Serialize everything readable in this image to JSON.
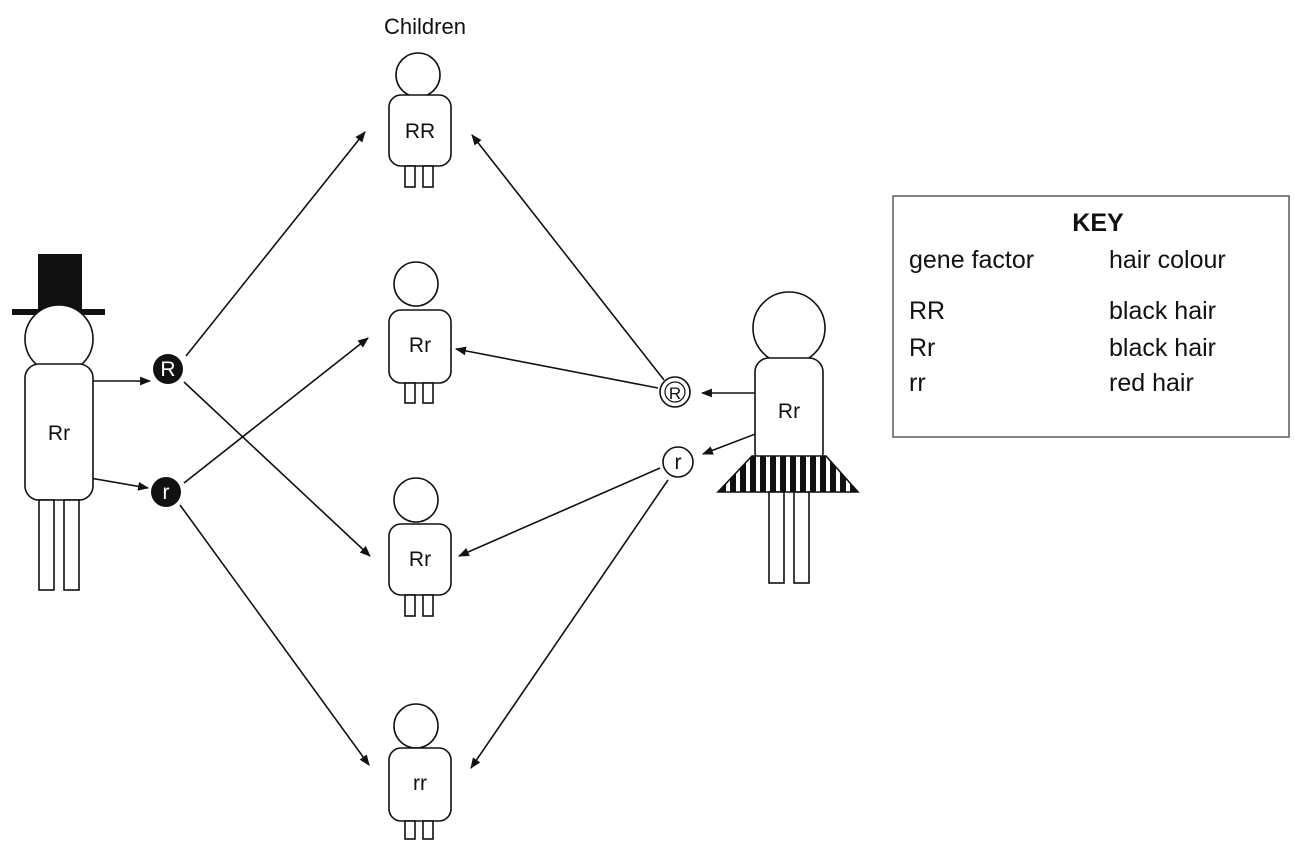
{
  "title": "Children",
  "father": {
    "genotype": "Rr"
  },
  "mother": {
    "genotype": "Rr"
  },
  "father_gametes": [
    "R",
    "r"
  ],
  "mother_gametes": [
    "R",
    "r"
  ],
  "children": [
    {
      "genotype": "RR"
    },
    {
      "genotype": "Rr"
    },
    {
      "genotype": "Rr"
    },
    {
      "genotype": "rr"
    }
  ],
  "key": {
    "heading": "KEY",
    "col1_header": "gene factor",
    "col2_header": "hair colour",
    "rows": [
      {
        "gene": "RR",
        "colour": "black hair"
      },
      {
        "gene": "Rr",
        "colour": "black hair"
      },
      {
        "gene": "rr",
        "colour": "red hair"
      }
    ]
  },
  "colors": {
    "ink": "#111111",
    "paper": "#ffffff"
  }
}
